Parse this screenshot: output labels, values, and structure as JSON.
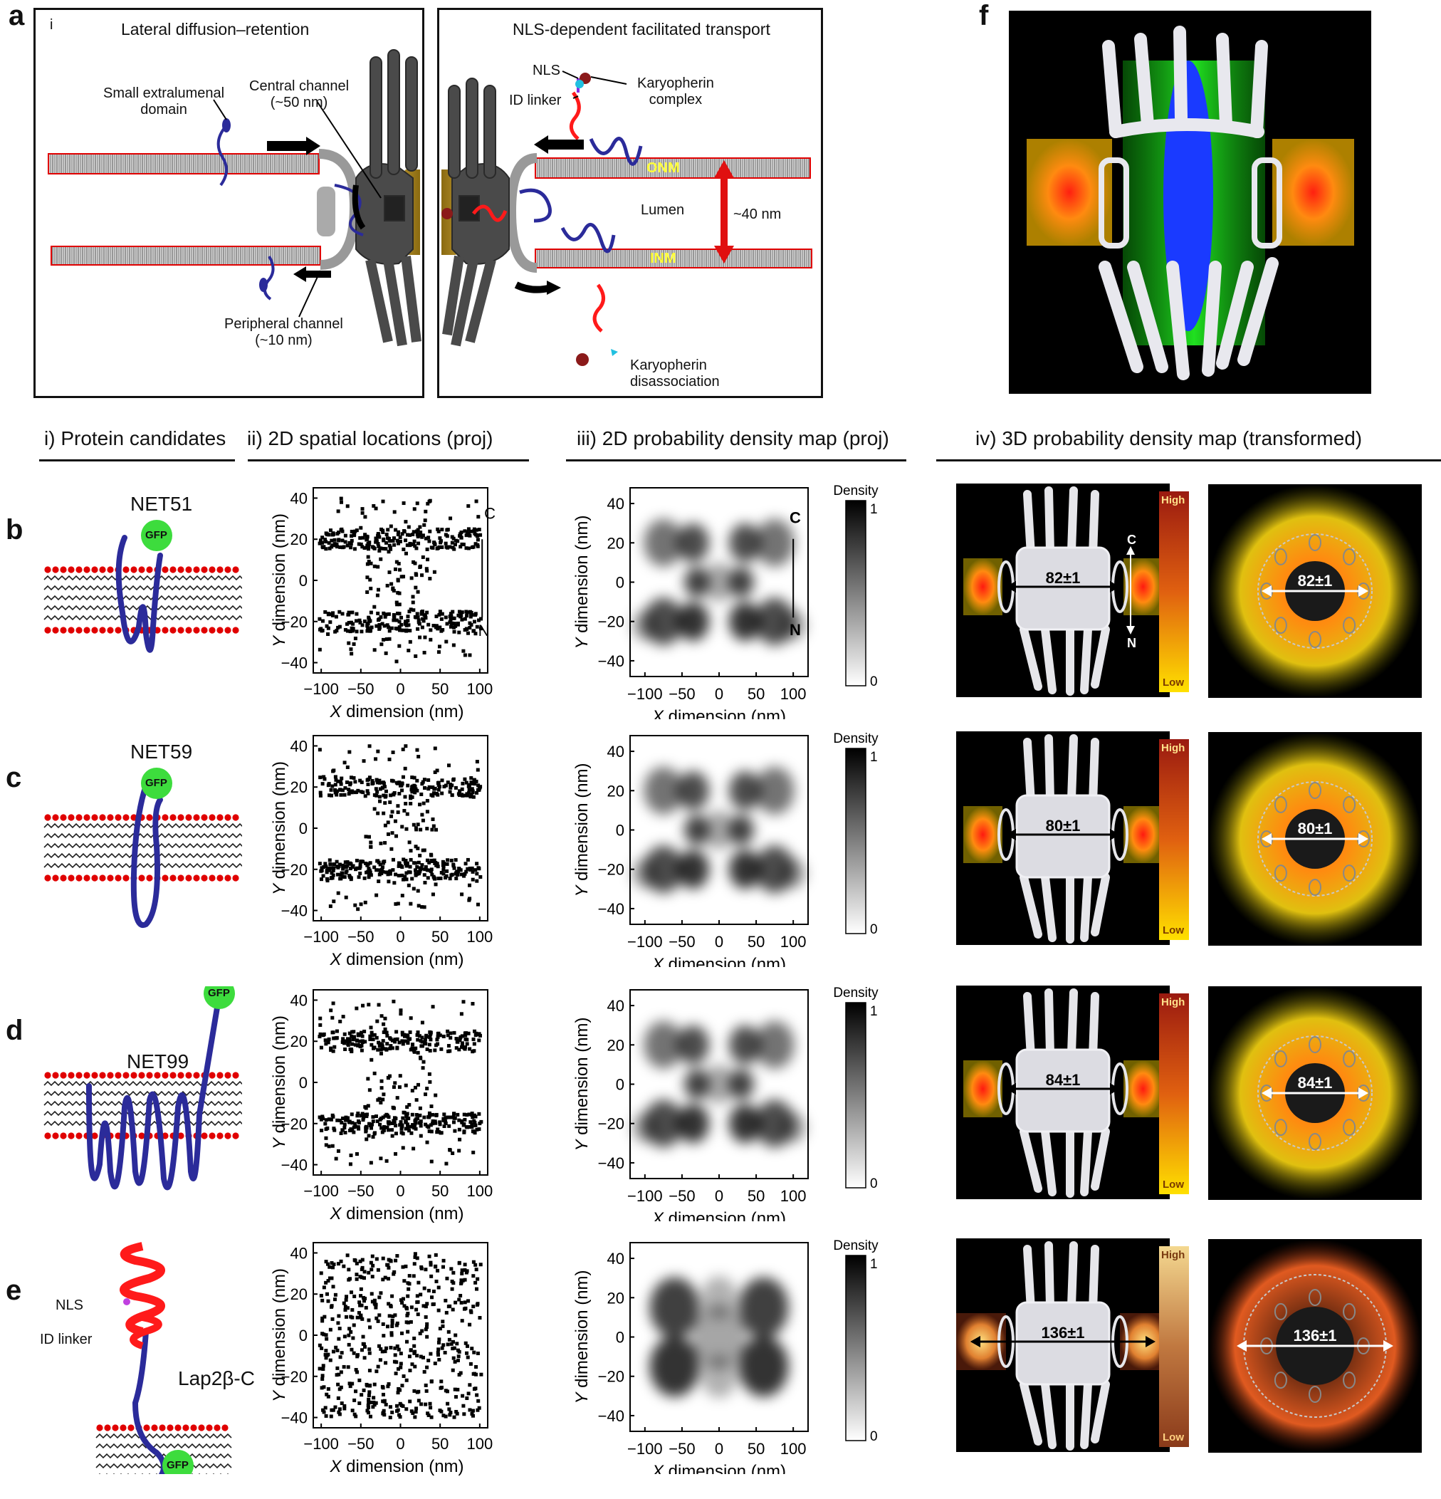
{
  "panels": {
    "a": "a",
    "b": "b",
    "c": "c",
    "d": "d",
    "e": "e",
    "f": "f"
  },
  "panel_a": {
    "roman": "i",
    "left_title": "Lateral diffusion–retention",
    "right_title": "NLS-dependent facilitated transport",
    "small_domain": "Small extralumenal\ndomain",
    "central_channel": "Central channel\n(~50 nm)",
    "peripheral_channel": "Peripheral channel\n(~10 nm)",
    "nls": "NLS",
    "id_linker": "ID linker",
    "karyopherin_complex": "Karyopherin\ncomplex",
    "onm": "ONM",
    "inm": "INM",
    "lumen": "Lumen",
    "distance": "~40 nm",
    "karyopherin_dis": "Karyopherin\ndisassociation"
  },
  "columns": {
    "i": "i) Protein candidates",
    "ii": "ii) 2D spatial locations (proj)",
    "iii": "iii) 2D probability density map (proj)",
    "iv": "iv) 3D probability density map (transformed)"
  },
  "rows": [
    {
      "protein": "NET51",
      "gfp": "GFP",
      "width": "82±1",
      "c": "C",
      "n": "N"
    },
    {
      "protein": "NET59",
      "gfp": "GFP",
      "width": "80±1"
    },
    {
      "protein": "NET99",
      "gfp": "GFP",
      "width": "84±1"
    },
    {
      "protein": "Lap2β-C",
      "gfp": "GFP",
      "width": "136±1",
      "nls": "NLS",
      "id_linker": "ID linker"
    }
  ],
  "axes": {
    "xlabel_var": "X",
    "xlabel_rest": " dimension (nm)",
    "ylabel_var": "Y",
    "ylabel_rest": " dimension (nm)",
    "density_label": "Density",
    "density_max": "1",
    "density_min": "0",
    "high": "High",
    "low": "Low"
  },
  "chart_data": [
    {
      "type": "scatter",
      "row": "b",
      "x": [
        -100,
        -50,
        0,
        50,
        100
      ],
      "y": [
        40,
        20,
        0,
        -20,
        -40
      ],
      "xlim": [
        -110,
        110
      ],
      "ylim": [
        -45,
        45
      ],
      "annotation_top": "C",
      "annotation_bottom": "N"
    },
    {
      "type": "heatmap",
      "row": "b",
      "xlim": [
        -120,
        120
      ],
      "ylim": [
        -48,
        48
      ],
      "colorbar": [
        0,
        1
      ]
    },
    {
      "type": "scatter",
      "row": "c",
      "xlim": [
        -110,
        110
      ],
      "ylim": [
        -45,
        45
      ]
    },
    {
      "type": "heatmap",
      "row": "c",
      "xlim": [
        -120,
        120
      ],
      "ylim": [
        -48,
        48
      ],
      "colorbar": [
        0,
        1
      ]
    },
    {
      "type": "scatter",
      "row": "d",
      "xlim": [
        -110,
        110
      ],
      "ylim": [
        -45,
        45
      ]
    },
    {
      "type": "heatmap",
      "row": "d",
      "xlim": [
        -120,
        120
      ],
      "ylim": [
        -48,
        48
      ],
      "colorbar": [
        0,
        1
      ]
    },
    {
      "type": "scatter",
      "row": "e",
      "xlim": [
        -110,
        110
      ],
      "ylim": [
        -45,
        45
      ]
    },
    {
      "type": "heatmap",
      "row": "e",
      "xlim": [
        -120,
        120
      ],
      "ylim": [
        -48,
        48
      ],
      "colorbar": [
        0,
        1
      ]
    }
  ],
  "colors": {
    "membrane_red": "#e00000",
    "protein_blue": "#2b2b9a",
    "gfp_green": "#3ddc3d",
    "nls_red": "#ff1a1a",
    "arrow_red": "#e01010",
    "label_yellow": "#ffff3a"
  }
}
